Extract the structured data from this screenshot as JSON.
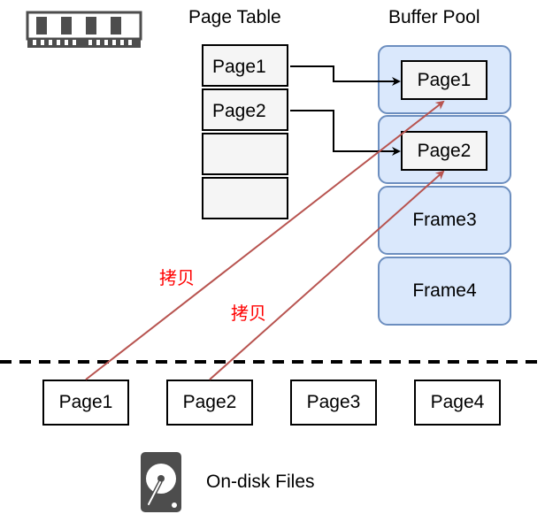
{
  "headings": {
    "page_table": "Page Table",
    "buffer_pool": "Buffer Pool"
  },
  "page_table": {
    "entries": [
      "Page1",
      "Page2",
      "",
      ""
    ]
  },
  "buffer_pool": {
    "frames": [
      {
        "label": "Page1",
        "loaded": true
      },
      {
        "label": "Page2",
        "loaded": true
      },
      {
        "label": "Frame3",
        "loaded": false
      },
      {
        "label": "Frame4",
        "loaded": false
      }
    ]
  },
  "disk": {
    "pages": [
      "Page1",
      "Page2",
      "Page3",
      "Page4"
    ],
    "label": "On-disk Files",
    "icon": "hard-disk-icon"
  },
  "memory_icon": "memory-chip-icon",
  "copy_labels": [
    "拷贝",
    "拷贝"
  ],
  "colors": {
    "frame_fill": "#dae8fc",
    "frame_border": "#6c8ebf",
    "copy_arrow": "#b85450",
    "copy_text": "#ff0000",
    "cell_fill": "#f5f5f5"
  }
}
